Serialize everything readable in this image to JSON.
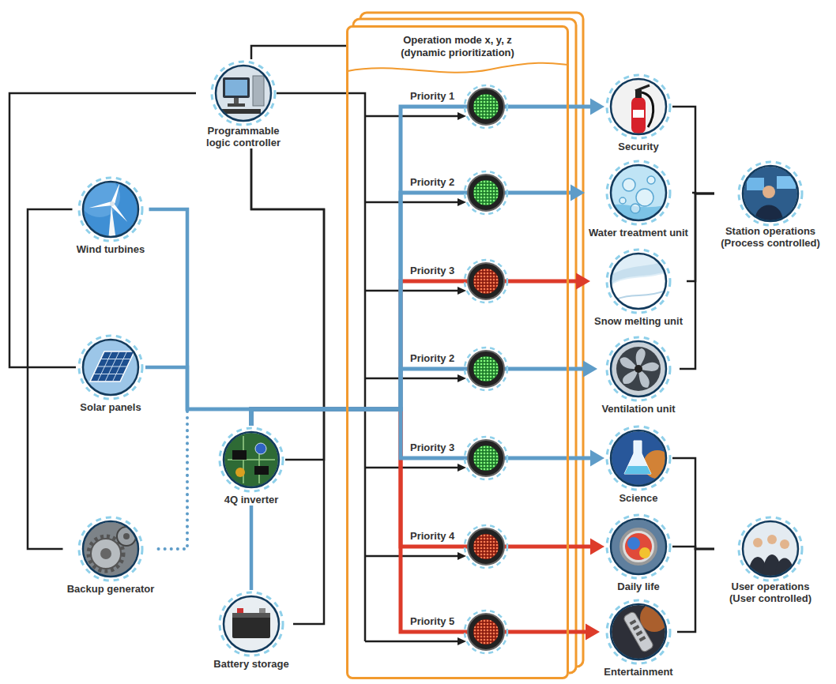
{
  "diagram": {
    "nodes": [
      {
        "text": [
          "Programmable logic controller"
        ]
      },
      {
        "text": [
          "Operation mode x, y, z (dynamic prioritization)"
        ]
      },
      {
        "text": [
          "Wind turbines"
        ]
      },
      {
        "text": [
          "Solar panels"
        ]
      },
      {
        "text": [
          "Backup generator"
        ]
      },
      {
        "text": [
          "4Q inverter"
        ]
      },
      {
        "text": [
          "Battery storage"
        ]
      },
      {
        "text": [
          "Security"
        ]
      },
      {
        "text": [
          "Water treatment unit"
        ]
      },
      {
        "text": [
          "Snow melting unit"
        ]
      },
      {
        "text": [
          "Ventilation unit"
        ]
      },
      {
        "text": [
          "Science"
        ]
      },
      {
        "text": [
          "Daily life"
        ]
      },
      {
        "text": [
          "Entertainment"
        ]
      },
      {
        "text": [
          "Station operations (Process controlled)"
        ]
      },
      {
        "text": [
          "User operations (User controlled)"
        ]
      }
    ],
    "edges": [
      {
        "from": 0,
        "to": 1,
        "arrow": "none"
      },
      {
        "from": 0,
        "to": 3,
        "arrow": "none"
      },
      {
        "from": 0,
        "to": 5,
        "arrow": "none"
      },
      {
        "from": 0,
        "to": 6,
        "arrow": "none"
      },
      {
        "from": 2,
        "to": 4,
        "arrow": "none"
      },
      {
        "from": 2,
        "to": 5,
        "arrow": "none"
      },
      {
        "from": 3,
        "to": 5,
        "arrow": "none"
      },
      {
        "from": 4,
        "to": 5,
        "arrow": "none"
      },
      {
        "from": 5,
        "to": 6,
        "arrow": "none"
      },
      {
        "from": 5,
        "to": 7,
        "arrow": "to",
        "label": "Priority 1"
      },
      {
        "from": 5,
        "to": 8,
        "arrow": "to",
        "label": "Priority 2"
      },
      {
        "from": 5,
        "to": 9,
        "arrow": "to",
        "label": "Priority 3"
      },
      {
        "from": 5,
        "to": 10,
        "arrow": "to",
        "label": "Priority 2"
      },
      {
        "from": 5,
        "to": 11,
        "arrow": "to",
        "label": "Priority 3"
      },
      {
        "from": 5,
        "to": 12,
        "arrow": "to",
        "label": "Priority 4"
      },
      {
        "from": 5,
        "to": 13,
        "arrow": "to",
        "label": "Priority 5"
      },
      {
        "from": 7,
        "to": 14,
        "arrow": "none"
      },
      {
        "from": 8,
        "to": 14,
        "arrow": "none"
      },
      {
        "from": 9,
        "to": 14,
        "arrow": "none"
      },
      {
        "from": 10,
        "to": 14,
        "arrow": "none"
      },
      {
        "from": 11,
        "to": 15,
        "arrow": "none"
      },
      {
        "from": 12,
        "to": 15,
        "arrow": "none"
      },
      {
        "from": 13,
        "to": 15,
        "arrow": "none"
      }
    ]
  }
}
